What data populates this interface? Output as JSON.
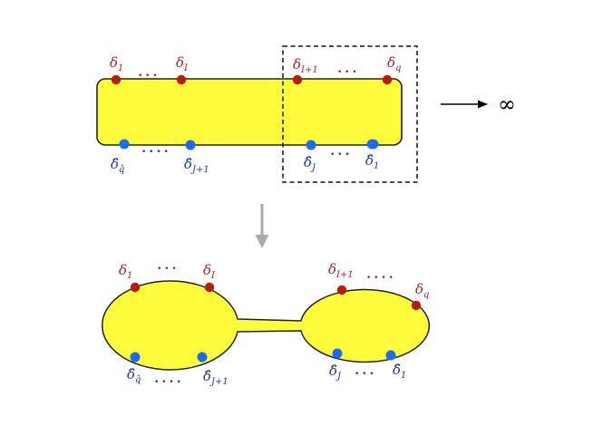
{
  "colors": {
    "surface_fill": "#fdfb3c",
    "outline": "#222222",
    "red_marker": "#b71c0c",
    "blue_marker": "#1a6cf2",
    "red_text": "#a32233",
    "blue_text": "#1f3a93",
    "arrow_gray": "#aaaaaa"
  },
  "top": {
    "labels": {
      "red_left_first": {
        "base": "δ",
        "sub": "1"
      },
      "red_left_last": {
        "base": "δ",
        "sub": "I"
      },
      "red_right_first": {
        "base": "δ",
        "sub": "I+1"
      },
      "red_right_last": {
        "base": "δ",
        "sub": "q"
      },
      "blue_left_first": {
        "base": "δ̂",
        "sub": "q̂"
      },
      "blue_left_last": {
        "base": "δ̂",
        "sub": "J+1"
      },
      "blue_right_first": {
        "base": "δ̂",
        "sub": "J"
      },
      "blue_right_last": {
        "base": "δ̂",
        "sub": "1"
      },
      "red_dots_left": "• • •",
      "red_dots_right": "• • •",
      "blue_dots_left": "• • • •",
      "blue_dots_right": "• • •"
    },
    "limit_symbol": "∞"
  },
  "bottom": {
    "labels": {
      "red_left_first": {
        "base": "δ",
        "sub": "1"
      },
      "red_left_last": {
        "base": "δ",
        "sub": "I"
      },
      "red_right_first": {
        "base": "δ",
        "sub": "I+1"
      },
      "red_right_last": {
        "base": "δ",
        "sub": "q"
      },
      "blue_left_first": {
        "base": "δ̂",
        "sub": "q̂"
      },
      "blue_left_last": {
        "base": "δ̂",
        "sub": "J+1"
      },
      "blue_right_first": {
        "base": "δ̂",
        "sub": "J"
      },
      "blue_right_last": {
        "base": "δ̂",
        "sub": "1"
      },
      "red_dots_left": "• • •",
      "red_dots_right": "• • • •",
      "blue_dots_left": "• • • •",
      "blue_dots_right": "• • •"
    }
  }
}
